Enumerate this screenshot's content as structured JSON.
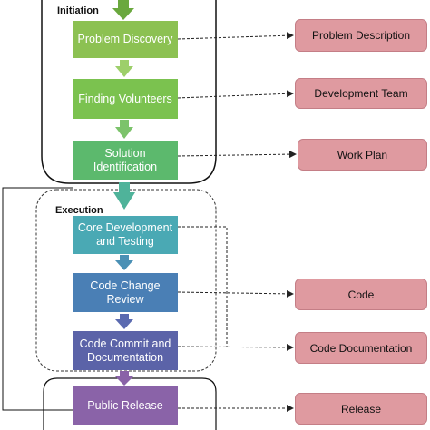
{
  "phases": {
    "initiation": "Initiation",
    "execution": "Execution"
  },
  "steps": [
    {
      "label": "Problem Discovery",
      "color": "#8cc152"
    },
    {
      "label": "Finding Volunteers",
      "color": "#7bc24f"
    },
    {
      "label": "Solution Identification",
      "color": "#5cb96d"
    },
    {
      "label": "Core Development and Testing",
      "color": "#4aa9b4"
    },
    {
      "label": "Code Change Review",
      "color": "#4a7fb5"
    },
    {
      "label": "Code Commit and Documentation",
      "color": "#5b63a8"
    },
    {
      "label": "Public Release",
      "color": "#8a63a8"
    }
  ],
  "outputs": [
    {
      "label": "Problem Description"
    },
    {
      "label": "Development Team"
    },
    {
      "label": "Work Plan"
    },
    {
      "label": "Code"
    },
    {
      "label": "Code Documentation"
    },
    {
      "label": "Release"
    }
  ],
  "colors": {
    "output_fill": "#df9aa0",
    "output_border": "#c47e86",
    "arrow_green": "#7ab648",
    "arrow_teal": "#4aa9b4",
    "arrow_purple": "#8a63a8"
  }
}
